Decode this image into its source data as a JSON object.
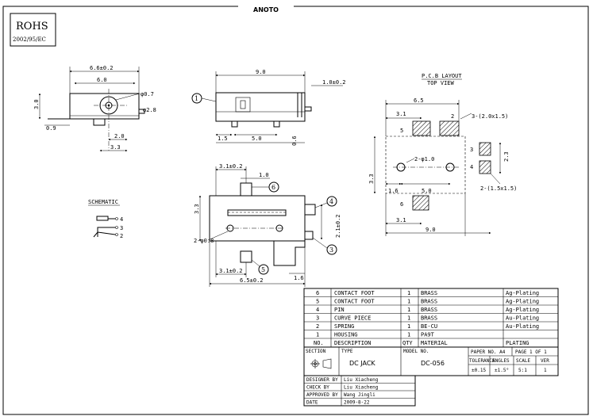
{
  "header_label": "ANOTO",
  "rohs": {
    "title": "ROHS",
    "directive": "2002/95/EC"
  },
  "side_view": {
    "dims": {
      "width_overall": "6.6±0.2",
      "width_inner": "6.0",
      "height": "3.0",
      "hole": "φ0.7",
      "pin": "φ2.8",
      "foot": "0.9",
      "offset": "2.0",
      "center": "3.3"
    }
  },
  "front_view": {
    "dims": {
      "length": "9.0",
      "tab": "1.0±0.2",
      "left": "1.5",
      "mid": "5.0",
      "height": "0.6"
    },
    "callout": "1"
  },
  "schematic": {
    "title": "SCHEMATIC",
    "pins": [
      "4",
      "3",
      "2"
    ]
  },
  "top_view": {
    "dims": {
      "top": "3.1±0.2",
      "slot": "1.0",
      "height": "3.3",
      "right_h": "2.1±0.2",
      "hole": "2-φ0.8",
      "bottom": "3.1±0.2",
      "overall": "6.5±0.2",
      "foot": "1.6"
    },
    "callouts": [
      "6",
      "4",
      "3",
      "5"
    ]
  },
  "pcb": {
    "title": "P.C.B LAYOUT",
    "subtitle": "TOP VIEW",
    "dims": {
      "width": "6.5",
      "pitch": "3.1",
      "pad_note": "3-(2.0x1.5)",
      "hole_note": "2-φ1.0",
      "left": "1.6",
      "between": "5.0",
      "height": "3.3",
      "right": "2.3",
      "pad_note2": "2-(1.5x1.5)",
      "bottom_pitch": "3.1",
      "overall": "9.0"
    },
    "pad_labels": [
      "5",
      "2",
      "3",
      "4",
      "6"
    ]
  },
  "bom": {
    "rows": [
      {
        "no": "6",
        "desc": "CONTACT FOOT",
        "qty": "1",
        "material": "BRASS",
        "plating": "Ag-Plating"
      },
      {
        "no": "5",
        "desc": "CONTACT FOOT",
        "qty": "1",
        "material": "BRASS",
        "plating": "Ag-Plating"
      },
      {
        "no": "4",
        "desc": "PIN",
        "qty": "1",
        "material": "BRASS",
        "plating": "Ag-Plating"
      },
      {
        "no": "3",
        "desc": "CURVE PIECE",
        "qty": "1",
        "material": "BRASS",
        "plating": "Au-Plating"
      },
      {
        "no": "2",
        "desc": "SPRING",
        "qty": "1",
        "material": "BE-CU",
        "plating": "Au-Plating"
      },
      {
        "no": "1",
        "desc": "HOUSING",
        "qty": "1",
        "material": "PA9T",
        "plating": ""
      }
    ],
    "header": {
      "no": "NO.",
      "desc": "DESCRIPTION",
      "qty": "QTY",
      "material": "MATERIAL",
      "plating": "PLATING"
    }
  },
  "title_block": {
    "section_label": "SECTION",
    "type_label": "TYPE",
    "type_value": "DC   JACK",
    "model_label": "MODEL NO.",
    "model_value": "DC-056",
    "paper_label": "PAPER NO. A4",
    "page_label": "PAGE 1 OF 1",
    "tolerance_label": "TOLERANCE",
    "tolerance_value": "±0.15",
    "angles_label": "ANGLES",
    "angles_value": "±1.5°",
    "scale_label": "SCALE",
    "scale_value": "5:1",
    "ver_label": "VER",
    "ver_value": "1",
    "people": [
      {
        "role": "DESIGNER BY",
        "name": "Liu Xiacheng"
      },
      {
        "role": "CHECK  BY",
        "name": "Liu Xiacheng"
      },
      {
        "role": "APPROVED BY",
        "name": "Wang Jingli"
      },
      {
        "role": "DATE",
        "name": "2009-8-22"
      }
    ]
  }
}
